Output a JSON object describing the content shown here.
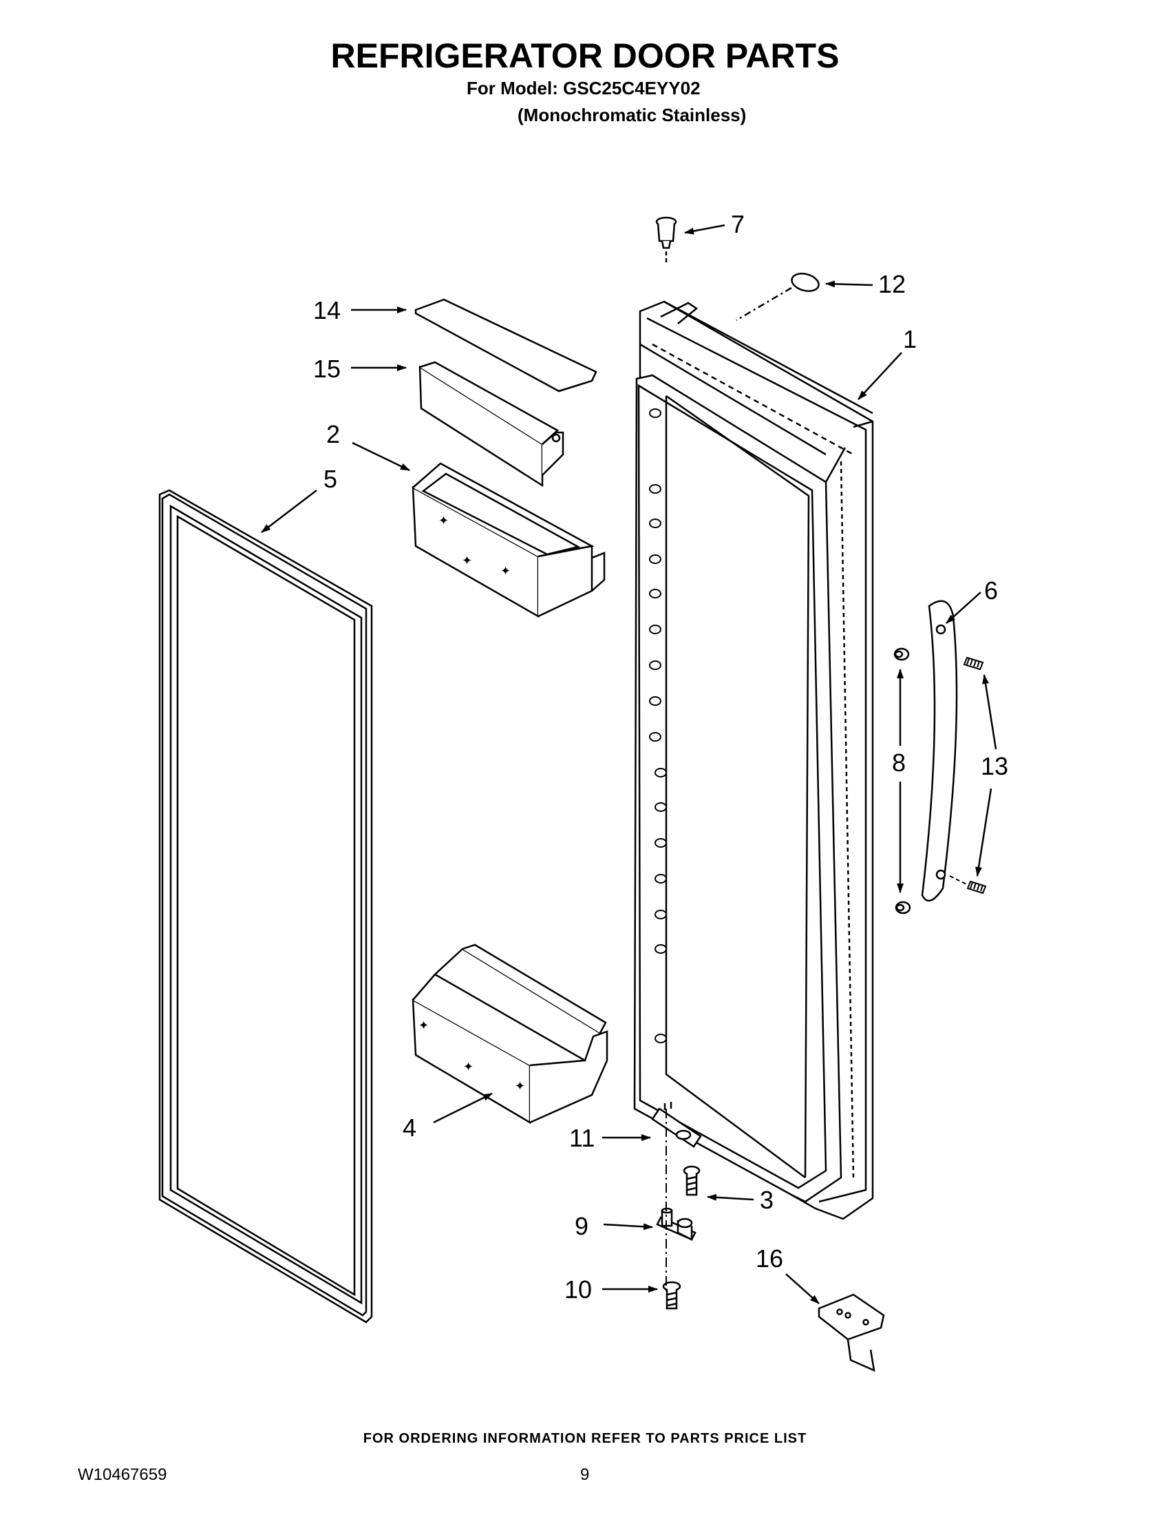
{
  "header": {
    "title": "REFRIGERATOR DOOR PARTS",
    "model_line": "For Model: GSC25C4EYY02",
    "finish_line": "(Monochromatic Stainless)"
  },
  "callouts": {
    "c1": "1",
    "c2": "2",
    "c3": "3",
    "c4": "4",
    "c5": "5",
    "c6": "6",
    "c7": "7",
    "c8": "8",
    "c9": "9",
    "c10": "10",
    "c11": "11",
    "c12": "12",
    "c13": "13",
    "c14": "14",
    "c15": "15",
    "c16": "16"
  },
  "footer": {
    "ordering_note": "FOR ORDERING INFORMATION REFER TO PARTS PRICE LIST",
    "document_number": "W10467659",
    "page_number": "9"
  }
}
